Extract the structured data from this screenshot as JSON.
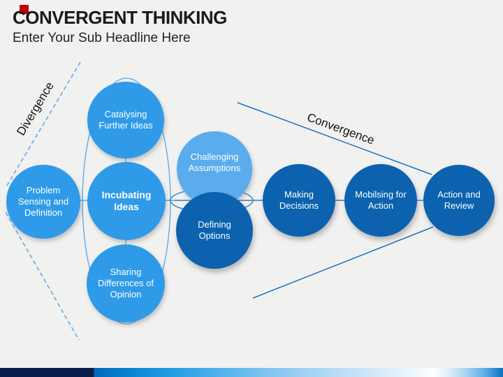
{
  "slide": {
    "title": "CONVERGENT THINKING",
    "subtitle": "Enter Your Sub Headline Here"
  },
  "flow_labels": {
    "divergence": "Divergence",
    "convergence": "Convergence"
  },
  "nodes": [
    {
      "key": "problem-sensing",
      "label": "Problem Sensing and Definition",
      "tone": "light"
    },
    {
      "key": "catalysing",
      "label": "Catalysing Further Ideas",
      "tone": "light"
    },
    {
      "key": "incubating",
      "label": "Incubating Ideas",
      "tone": "light",
      "emphasis": true
    },
    {
      "key": "sharing",
      "label": "Sharing Differences of Opinion",
      "tone": "light"
    },
    {
      "key": "challenging",
      "label": "Challenging Assumptions",
      "tone": "lighter"
    },
    {
      "key": "defining",
      "label": "Defining Options",
      "tone": "dark"
    },
    {
      "key": "making",
      "label": "Making Decisions",
      "tone": "dark"
    },
    {
      "key": "mobilsing",
      "label": "Mobilsing for Action",
      "tone": "dark"
    },
    {
      "key": "action",
      "label": "Action and Review",
      "tone": "dark"
    }
  ],
  "colors": {
    "background": "#F1F1F0",
    "light_circle": "#2F9BE8",
    "lighter_circle": "#5BACEE",
    "dark_circle": "#0C62AE",
    "accent_square": "#C00000",
    "dashed_line": "#56A7E8",
    "orbit_line": "#2E7BC0",
    "convergence_line": "#1E70C4",
    "bar_navy": "#0A1C4A",
    "bar_blue": "#0069BC"
  }
}
